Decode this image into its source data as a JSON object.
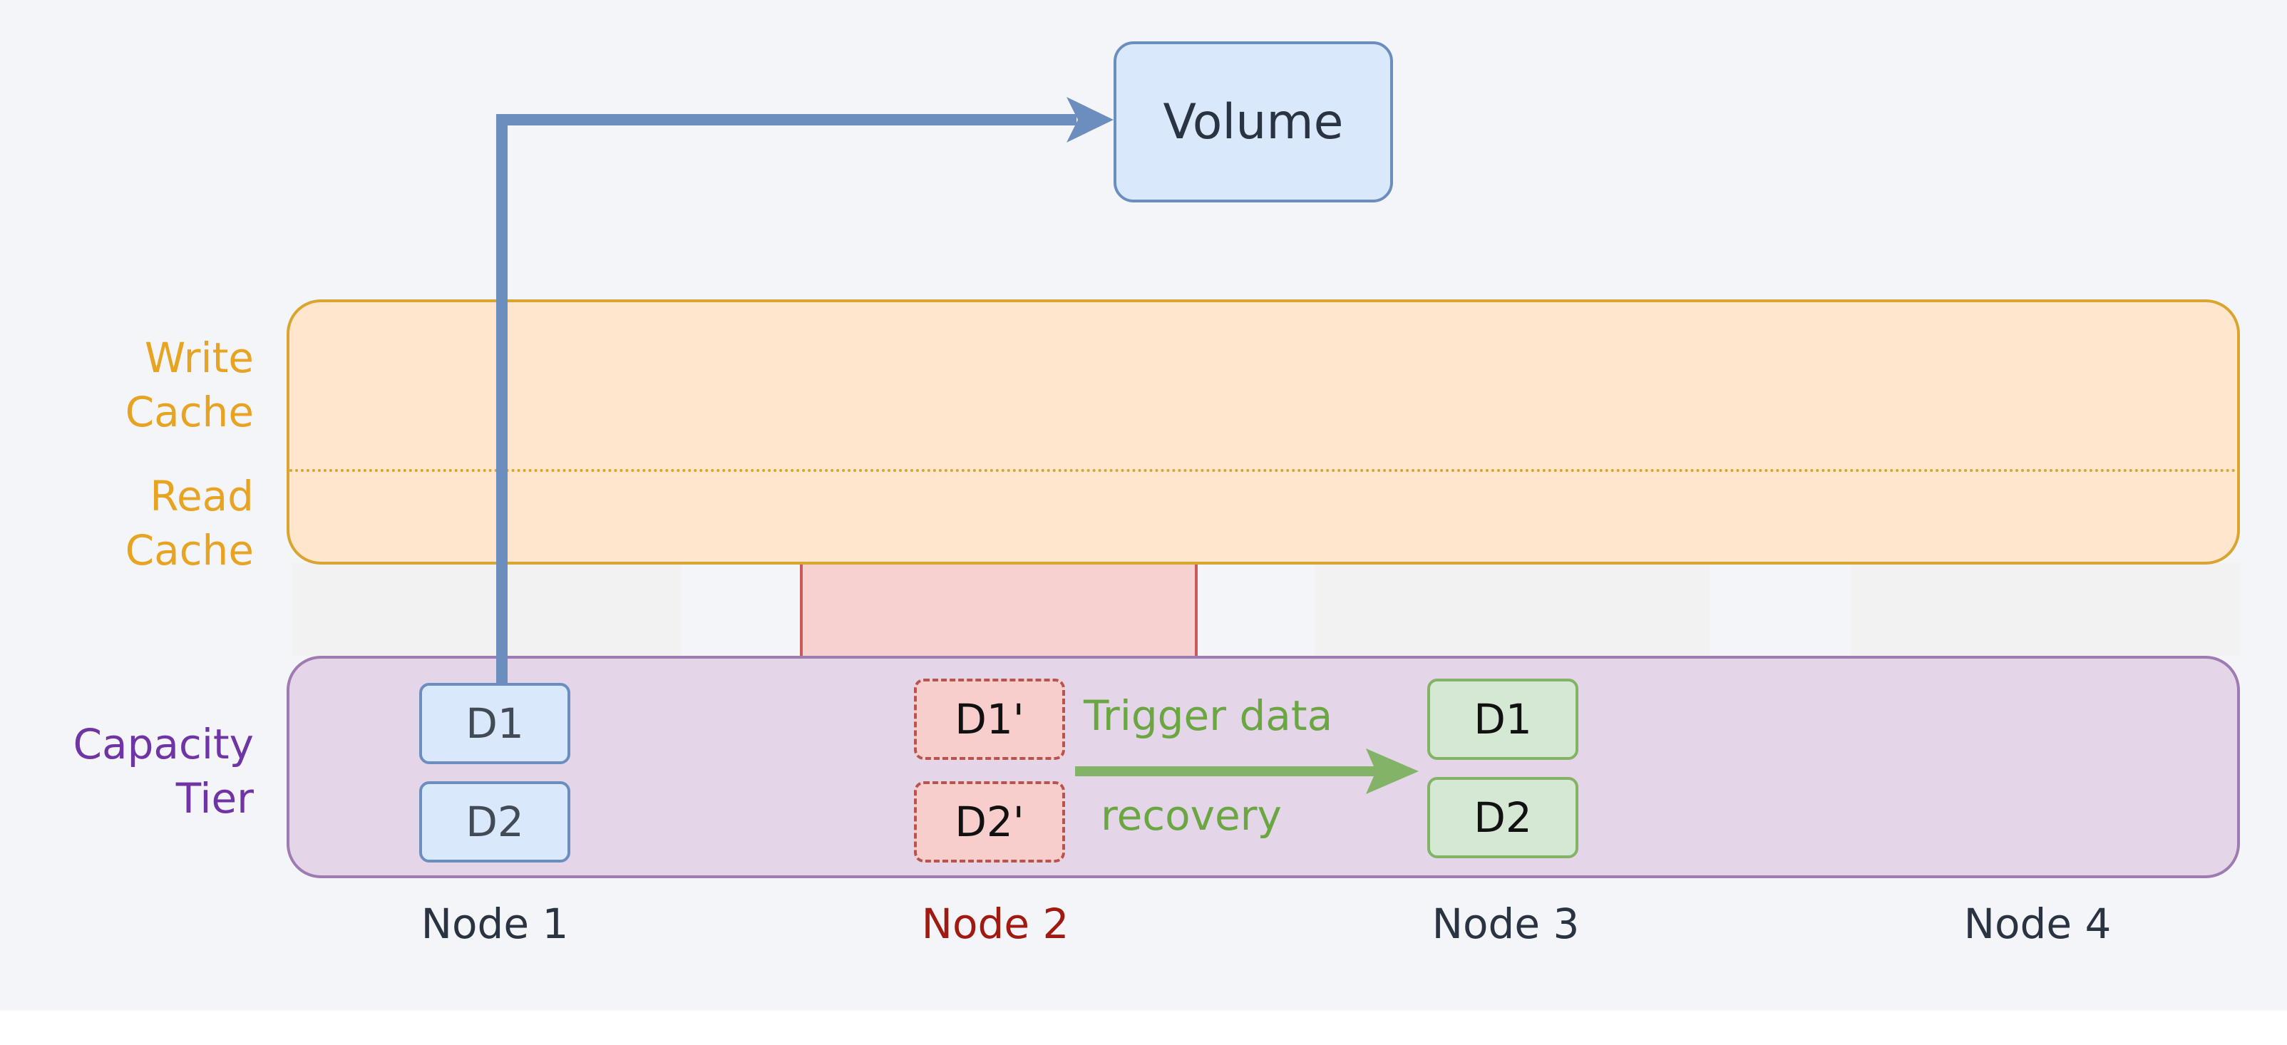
{
  "volume": {
    "label": "Volume"
  },
  "tiers": {
    "write_cache": [
      "Write",
      "Cache"
    ],
    "read_cache": [
      "Read",
      "Cache"
    ],
    "capacity": [
      "Capacity",
      "Tier"
    ]
  },
  "nodes": [
    "Node 1",
    "Node 2",
    "Node 3",
    "Node 4"
  ],
  "blocks": {
    "node1": [
      "D1",
      "D2"
    ],
    "node2": [
      "D1'",
      "D2'"
    ],
    "node3": [
      "D1",
      "D2"
    ]
  },
  "recovery": {
    "line1": "Trigger data",
    "line2": "recovery"
  },
  "colors": {
    "volume_fill": "#dae8fc",
    "volume_stroke": "#6c8ebf",
    "cache_fill": "#ffe6cc",
    "cache_stroke": "#d9a531",
    "capacity_fill": "#e4d5e8",
    "capacity_stroke": "#9e7bb1",
    "failed_fill": "#f8cecc",
    "failed_stroke": "#b85450",
    "recovered_fill": "#d5e8d4",
    "recovered_stroke": "#82b366",
    "io_arrow": "#6c8ebf",
    "recovery_arrow": "#82b366",
    "failed_node_text": "#a11a12"
  }
}
